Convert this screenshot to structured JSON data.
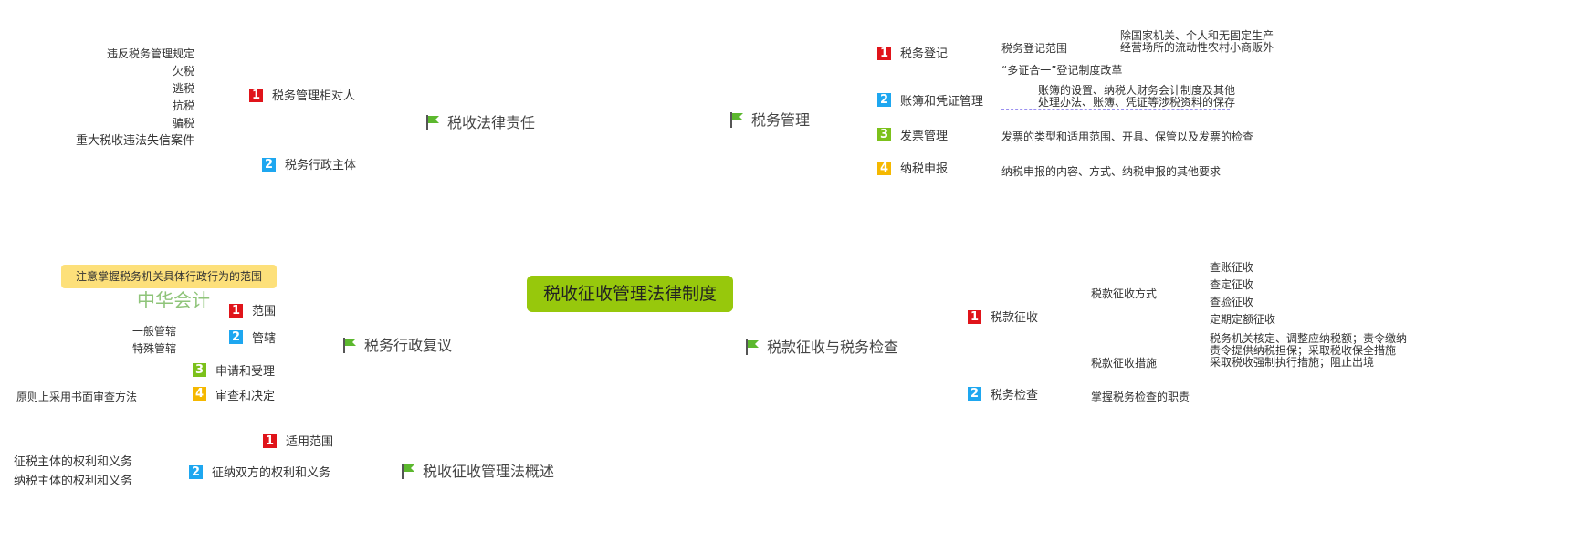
{
  "root": "税收征收管理法律制度",
  "watermark": "中华会计",
  "colors": {
    "badge1": "#e0141a",
    "badge2": "#1ea7f0",
    "badge3": "#7cc11b",
    "badge4": "#f5b800",
    "root": "#97c80c",
    "note": "#fde07a"
  },
  "legal": {
    "title": "税收法律责任",
    "b1": "税务管理相对人",
    "b2": "税务行政主体",
    "items": [
      "违反税务管理规定",
      "欠税",
      "逃税",
      "抗税",
      "骗税",
      "重大税收违法失信案件"
    ]
  },
  "mgmt": {
    "title": "税务管理",
    "b1": "税务登记",
    "b1a": "税务登记范围",
    "b1a1": "除国家机关、个人和无固定生产",
    "b1a2": "经营场所的流动性农村小商贩外",
    "b1b": "“多证合一”登记制度改革",
    "b2": "账簿和凭证管理",
    "b2a1": "账簿的设置、纳税人财务会计制度及其他",
    "b2a2": "处理办法、账簿、凭证等涉税资料的保存",
    "b3": "发票管理",
    "b3a": "发票的类型和适用范围、开具、保管以及发票的检查",
    "b4": "纳税申报",
    "b4a": "纳税申报的内容、方式、纳税申报的其他要求"
  },
  "review": {
    "title": "税务行政复议",
    "note": "注意掌握税务机关具体行政行为的范围",
    "b1": "范围",
    "b2": "管辖",
    "b2a": "一般管辖",
    "b2b": "特殊管辖",
    "b3": "申请和受理",
    "b4": "审查和决定",
    "b4a": "原则上采用书面审查方法"
  },
  "collect": {
    "title": "税款征收与税务检查",
    "b1": "税款征收",
    "m1": "税款征收方式",
    "m1items": [
      "查账征收",
      "查定征收",
      "查验征收",
      "定期定额征收"
    ],
    "m2": "税款征收措施",
    "m2items": [
      "税务机关核定、调整应纳税额；责令缴纳",
      "责令提供纳税担保；采取税收保全措施",
      "采取税收强制执行措施；阻止出境"
    ],
    "b2": "税务检查",
    "b2a": "掌握税务检查的职责"
  },
  "overview": {
    "title": "税收征收管理法概述",
    "b1": "适用范围",
    "b2": "征纳双方的权利和义务",
    "b2a": "征税主体的权利和义务",
    "b2b": "纳税主体的权利和义务"
  }
}
